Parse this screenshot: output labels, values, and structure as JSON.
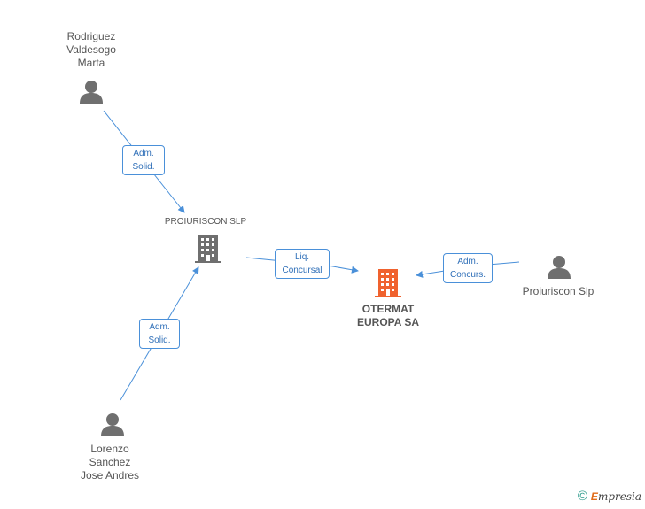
{
  "nodes": {
    "person_rodriguez": "Rodriguez\nValdesogo\nMarta",
    "company_proiuriscon_slp": "PROIURISCON SLP",
    "company_otermat": "OTERMAT\nEUROPA SA",
    "person_proiuriscon": "Proiuriscon Slp",
    "person_lorenzo": "Lorenzo\nSanchez\nJose Andres"
  },
  "edges": {
    "rodriguez_to_proiuriscon": "Adm.\nSolid.",
    "lorenzo_to_proiuriscon": "Adm.\nSolid.",
    "proiuriscon_to_otermat": "Liq.\nConcursal",
    "proiuriscon_person_to_otermat": "Adm.\nConcurs."
  },
  "footer": {
    "copyright": "©",
    "brand_initial": "E",
    "brand_rest": "mpresia"
  },
  "colors": {
    "edge": "#4a90d9",
    "person_icon": "#6f6f6f",
    "company_icon": "#6f6f6f",
    "focus_company_icon": "#f0622e"
  }
}
